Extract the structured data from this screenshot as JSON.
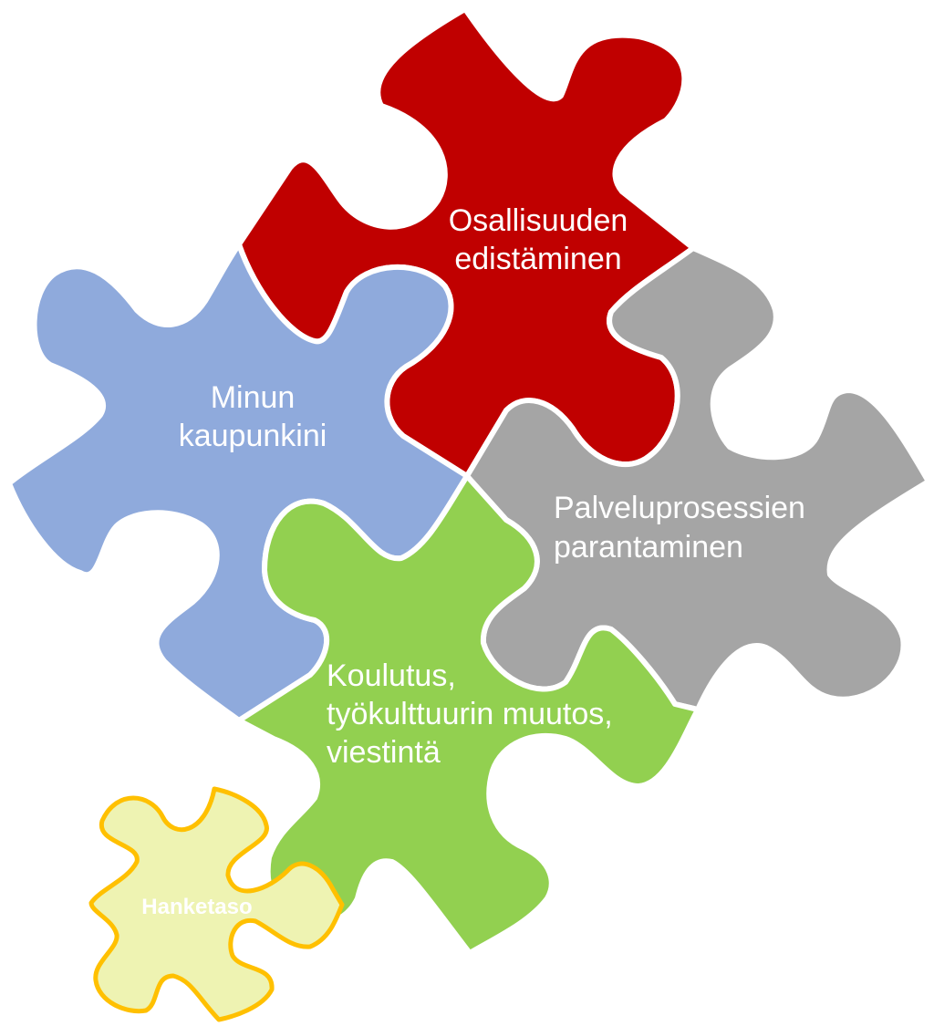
{
  "pieces": {
    "red": {
      "line1": "Osallisuuden",
      "line2": "edistäminen",
      "color": "#c00000"
    },
    "blue": {
      "line1": "Minun",
      "line2": "kaupunkini",
      "color": "#8faadc"
    },
    "gray": {
      "line1": "Palveluprosessien",
      "line2": "parantaminen",
      "color": "#a5a5a5"
    },
    "green": {
      "line1": "Koulutus,",
      "line2": "työkulttuurin muutos,",
      "line3": "viestintä",
      "color": "#92d050"
    },
    "small": {
      "label": "Hanketaso",
      "fill": "#eef3b2",
      "stroke": "#ffc000"
    }
  }
}
